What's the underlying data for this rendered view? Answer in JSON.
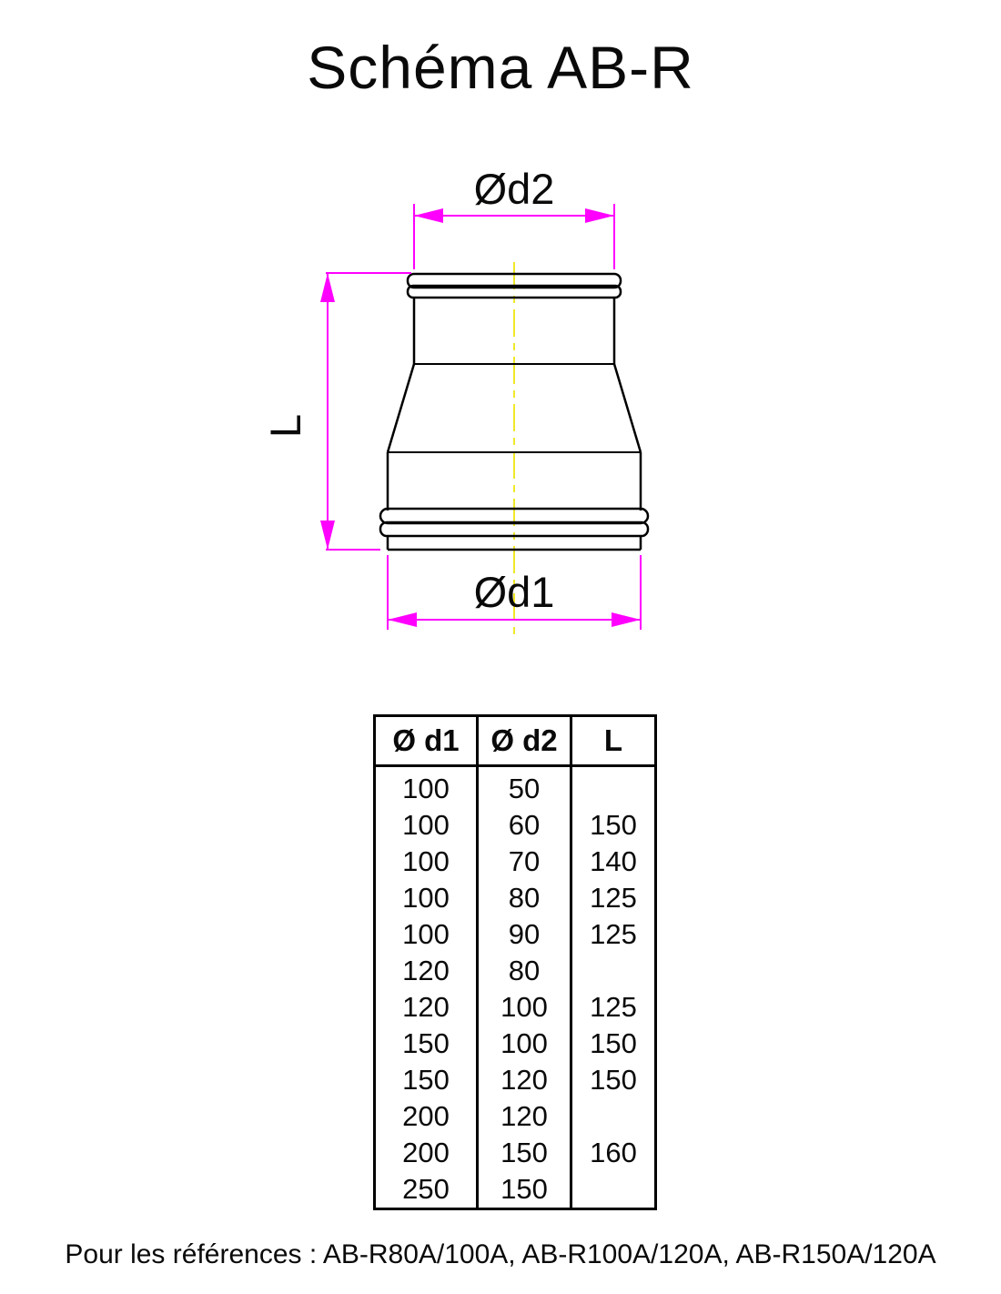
{
  "title": "Schéma AB-R",
  "diagram": {
    "d2_label": "Ød2",
    "d1_label": "Ød1",
    "l_label": "L",
    "dimension_color": "#ff00ff",
    "centerline_color": "#f0e82a",
    "outline_color": "#000000"
  },
  "table": {
    "headers": [
      "Ø d1",
      "Ø d2",
      "L"
    ],
    "rows": [
      [
        "100",
        "50",
        ""
      ],
      [
        "100",
        "60",
        "150"
      ],
      [
        "100",
        "70",
        "140"
      ],
      [
        "100",
        "80",
        "125"
      ],
      [
        "100",
        "90",
        "125"
      ],
      [
        "120",
        "80",
        ""
      ],
      [
        "120",
        "100",
        "125"
      ],
      [
        "150",
        "100",
        "150"
      ],
      [
        "150",
        "120",
        "150"
      ],
      [
        "200",
        "120",
        ""
      ],
      [
        "200",
        "150",
        "160"
      ],
      [
        "250",
        "150",
        ""
      ]
    ]
  },
  "footer": {
    "text": "Pour les références : AB-R80A/100A, AB-R100A/120A, AB-R150A/120A"
  }
}
